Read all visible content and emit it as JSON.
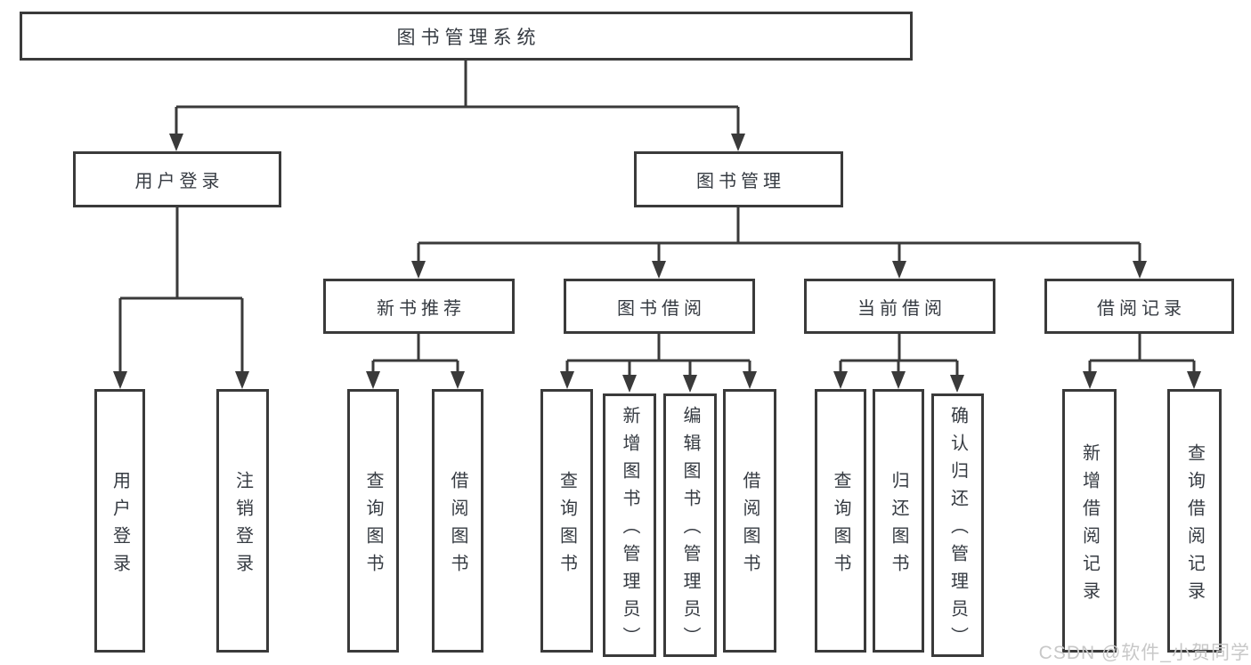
{
  "diagram": {
    "root": {
      "label": "图书管理系统"
    },
    "branches": [
      {
        "label": "用户登录",
        "children": [
          {
            "label": "用户登录"
          },
          {
            "label": "注销登录"
          }
        ]
      },
      {
        "label": "图书管理",
        "children": [
          {
            "label": "新书推荐",
            "children": [
              {
                "label": "查询图书"
              },
              {
                "label": "借阅图书"
              }
            ]
          },
          {
            "label": "图书借阅",
            "children": [
              {
                "label": "查询图书"
              },
              {
                "label": "新增图书（管理员）"
              },
              {
                "label": "编辑图书（管理员）"
              },
              {
                "label": "借阅图书"
              }
            ]
          },
          {
            "label": "当前借阅",
            "children": [
              {
                "label": "查询图书"
              },
              {
                "label": "归还图书"
              },
              {
                "label": "确认归还（管理员）"
              }
            ]
          },
          {
            "label": "借阅记录",
            "children": [
              {
                "label": "新增借阅记录"
              },
              {
                "label": "查询借阅记录"
              }
            ]
          }
        ]
      }
    ]
  },
  "watermark": {
    "text": "CSDN @软件_小贺同学"
  },
  "colors": {
    "line": "#3a3a3a",
    "text": "#363b42",
    "watermark": "#c8c8c8",
    "background": "#ffffff"
  }
}
